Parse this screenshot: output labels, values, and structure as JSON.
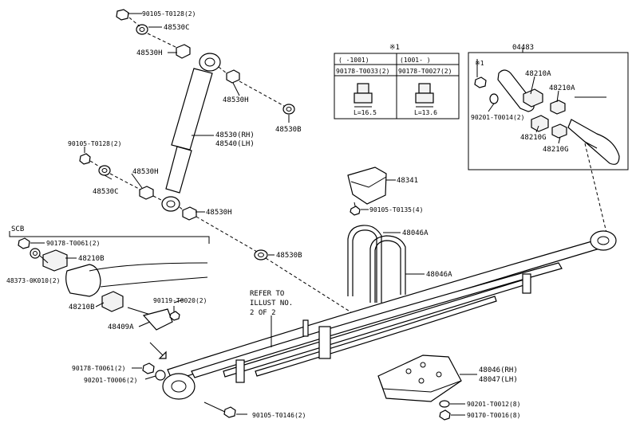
{
  "labels": {
    "bolt_top": "90105-T0128(2)",
    "washer_top": "48530C",
    "bush_top_left": "48530H",
    "bush_top_right": "48530H",
    "washer_b_top": "48530B",
    "shock": "48530(RH)",
    "shock_lh": "48540(LH)",
    "bolt_mid": "90105-T0128(2)",
    "bush_mid": "48530H",
    "washer_mid": "48530C",
    "bush_low": "48530H",
    "washer_b_low": "48530B",
    "bumper": "48341",
    "bumper_bolt": "90105-T0135(4)",
    "ubolt_a": "48046A",
    "ubolt": "48046A",
    "spacer_rh": "48046(RH)",
    "spacer_lh": "48047(LH)",
    "nut_a": "90201-T0012(8)",
    "nut_b": "90170-T0016(8)",
    "scb": "SCB",
    "scb_nut": "90178-T0061(2)",
    "scb_washer": "48373-0K010(2)",
    "scb_bush1": "48210B",
    "scb_bush2": "48210B",
    "scb_bolt": "90119-T0020(2)",
    "scb_shackle": "48409A",
    "refer": [
      "REFER TO",
      "ILLUST NO.",
      "2 OF 2"
    ],
    "front_nut": "90178-T0061(2)",
    "front_washer": "90201-T0006(2)",
    "front_bolt": "90105-T0146(2)",
    "note_mark": "※1",
    "table_col1": "(    -1001)",
    "table_col2": "(1001-    )",
    "table_pn1": "90178-T0033(2)",
    "table_pn2": "90178-T0027(2)",
    "table_l1": "L=16.5",
    "table_l2": "L=13.6",
    "shackle_group": "04483",
    "shackle_note": "※1",
    "shackle_washer": "90201-T0014(2)",
    "shackle_bush_a1": "48210A",
    "shackle_bush_a2": "48210A",
    "shackle_bush_g1": "48210G",
    "shackle_bush_g2": "48210G"
  }
}
